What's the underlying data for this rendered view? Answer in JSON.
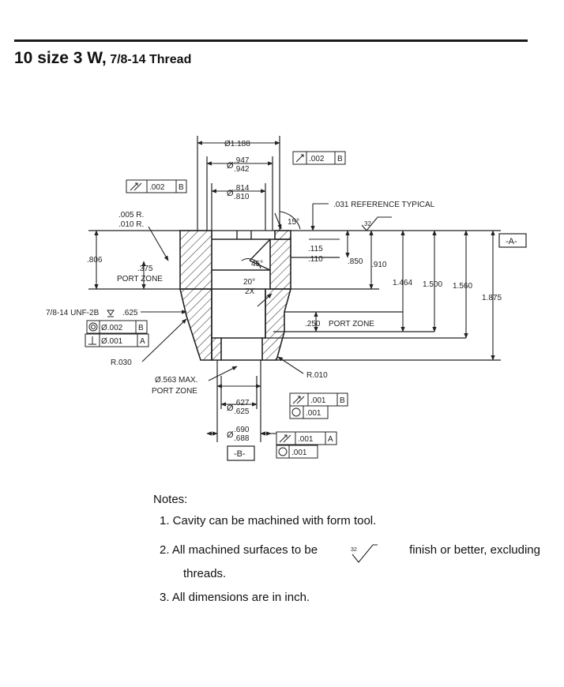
{
  "page": {
    "title_main": "10 size 3 W,",
    "title_sub": "7/8-14 Thread"
  },
  "drawing": {
    "dims": {
      "d1188": "Ø1.188",
      "d947": ".947",
      "d942": ".942",
      "d814": ".814",
      "d810": ".810",
      "dia": "Ø",
      "r005": ".005 R.",
      "r010": ".010 R.",
      "d806": ".806",
      "d375": ".375",
      "port_zone": "PORT ZONE",
      "a45": "45°",
      "a20": "20°",
      "x2": "2X",
      "a15": "15°",
      "ref031": ".031 REFERENCE TYPICAL",
      "f32": "32",
      "d115": ".115",
      "d110": ".110",
      "d850": ".850",
      "d910": ".910",
      "d1464": "1.464",
      "d1500": "1.500",
      "d1560": "1.560",
      "d1875": "1.875",
      "datumA": "-A-",
      "datumB": "-B-",
      "thread": "7/8-14 UNF-2B",
      "d625": ".625",
      "d250": ".250",
      "r030": "R.030",
      "r010b": "R.010",
      "d563": "Ø.563 MAX.",
      "d627": ".627",
      "d625b": ".625",
      "d690": ".690",
      "d688": ".688"
    },
    "fcf": {
      "runout_002": ".002",
      "ref_b": "B",
      "pos_002": "Ø.002",
      "perp_001": "Ø.001",
      "ref_a": "A",
      "tol_001": ".001",
      "circ_001": ".001"
    }
  },
  "notes": {
    "heading": "Notes:",
    "n1": "1. Cavity can be machined with form tool.",
    "n2a": "2.  All  machined  surfaces  to  be",
    "n2b": "finish  or  better,  excluding",
    "n2c": "threads.",
    "n2sym": "32",
    "n3": "3. All dimensions are in inch."
  }
}
